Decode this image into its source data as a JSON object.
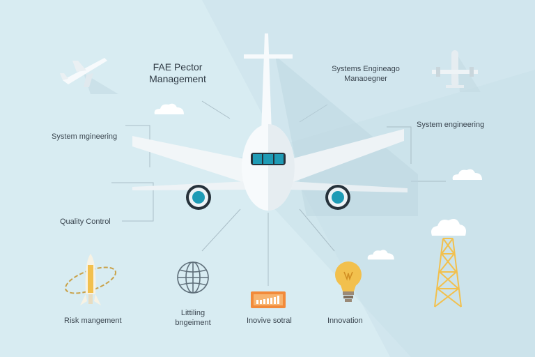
{
  "labels": {
    "fae_title_line1": "FAE Pector",
    "fae_title_line2": "Management",
    "systems_engineago_line1": "Systems Engineago",
    "systems_engineago_line2": "Manaoegner",
    "system_engineering_left": "System mgineering",
    "system_engineering_right": "System engineering",
    "quality_control": "Quality Control",
    "risk_management": "Risk mangement",
    "littiling_line1": "Littiling",
    "littiling_line2": "bngeiment",
    "inovive_sotral": "Inovive sotral",
    "innovation": "Innovation"
  },
  "colors": {
    "background": "#d8ecf2",
    "aircraft_white": "#f7fafc",
    "cockpit_teal": "#1f9bb5",
    "engine_dark": "#26323b",
    "icon_gold": "#f2c04d",
    "icon_orange": "#f28a3a",
    "line_gray": "#9fb3bd"
  },
  "icons": [
    "airplane-small-left",
    "airplane-small-right",
    "cloud",
    "rocket",
    "globe",
    "battery-gauge",
    "light-bulb",
    "radio-tower"
  ]
}
